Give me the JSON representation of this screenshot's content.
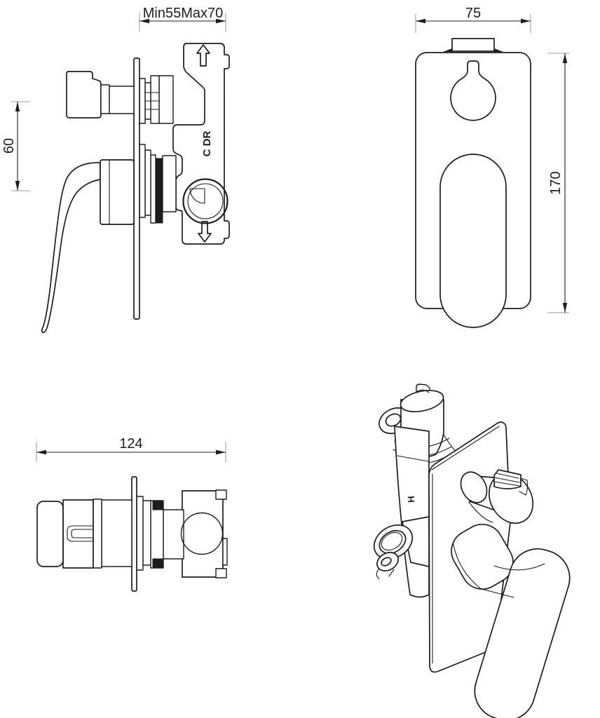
{
  "drawing": {
    "background": "#ffffff",
    "line_color": "#1d1d1d",
    "views": {
      "side": {
        "dim_depth_label": "Min55Max70",
        "dim_height_label": "60",
        "body_marking": "C DR",
        "flow_arrows": [
          "up",
          "down"
        ]
      },
      "front": {
        "dim_width_label": "75",
        "dim_height_label": "170"
      },
      "top": {
        "dim_width_label": "124"
      },
      "isometric": {
        "inlet_marking": "H"
      }
    }
  }
}
